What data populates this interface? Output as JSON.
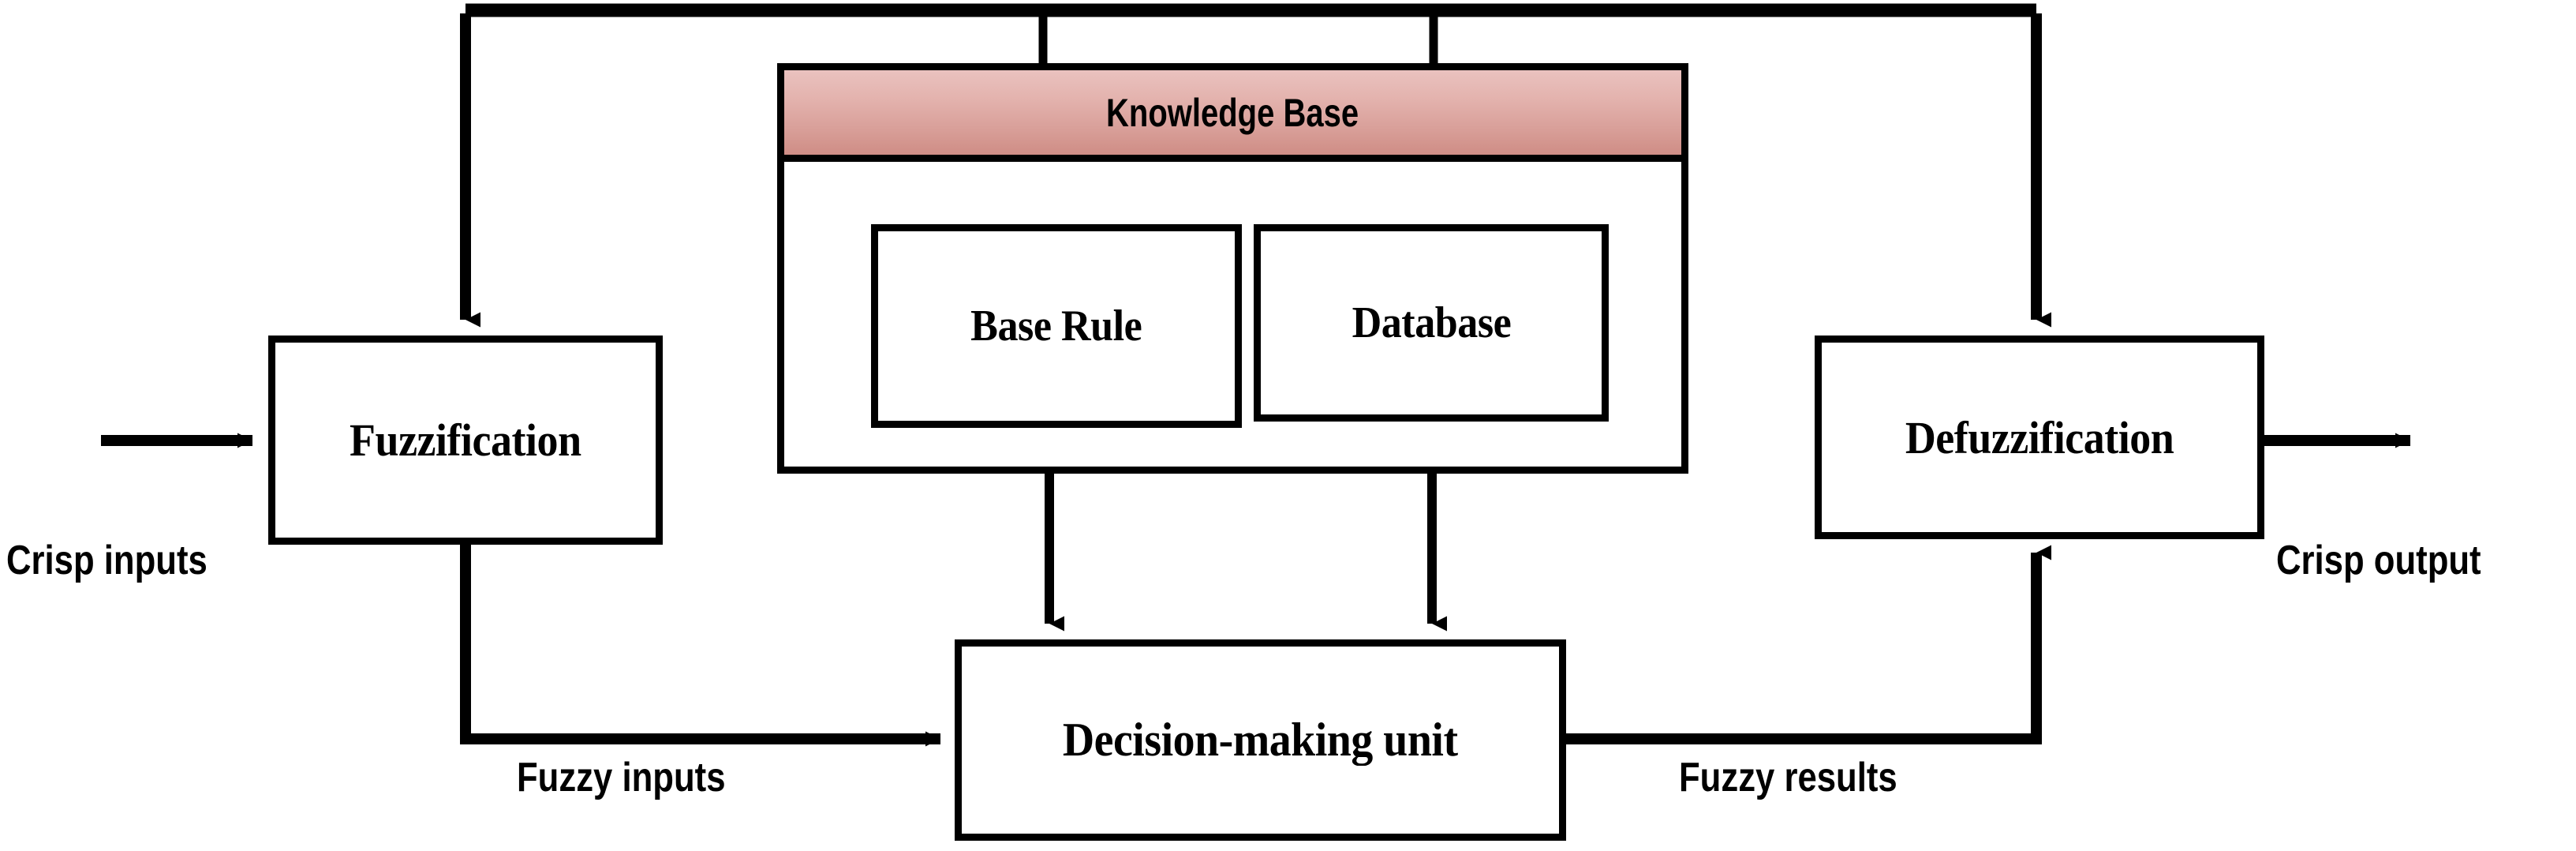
{
  "diagram": {
    "title": "Fuzzy inference system block diagram",
    "colors": {
      "line": "#000000",
      "box_fill": "#ffffff",
      "knowledge_base_gradient_top": "#eac2bf",
      "knowledge_base_gradient_bottom": "#cf8d85",
      "background": "#ffffff"
    },
    "nodes": {
      "fuzzification": {
        "label": "Fuzzification"
      },
      "defuzzification": {
        "label": "Defuzzification"
      },
      "decision_unit": {
        "label": "Decision-making unit"
      },
      "knowledge_base": {
        "label": "Knowledge Base"
      },
      "base_rule": {
        "label": "Base Rule"
      },
      "database": {
        "label": "Database"
      }
    },
    "edge_labels": {
      "crisp_inputs": "Crisp inputs",
      "crisp_output": "Crisp output",
      "fuzzy_inputs": "Fuzzy inputs",
      "fuzzy_results": "Fuzzy results"
    },
    "connections": [
      {
        "name": "crisp-input-arrow",
        "from": "external-input",
        "to": "fuzzification",
        "label": "Crisp inputs"
      },
      {
        "name": "kb-to-fuzzification",
        "from": "knowledge-base-bus",
        "to": "fuzzification",
        "label": ""
      },
      {
        "name": "kb-to-defuzzification",
        "from": "knowledge-base-bus",
        "to": "defuzzification",
        "label": ""
      },
      {
        "name": "base-rule-to-decision",
        "from": "base_rule",
        "to": "decision_unit",
        "label": ""
      },
      {
        "name": "database-to-decision",
        "from": "database",
        "to": "decision_unit",
        "label": ""
      },
      {
        "name": "fuzzification-to-decision",
        "from": "fuzzification",
        "to": "decision_unit",
        "label": "Fuzzy inputs"
      },
      {
        "name": "decision-to-defuzzification",
        "from": "decision_unit",
        "to": "defuzzification",
        "label": "Fuzzy results"
      },
      {
        "name": "crisp-output-arrow",
        "from": "defuzzification",
        "to": "external-output",
        "label": "Crisp output"
      }
    ]
  }
}
